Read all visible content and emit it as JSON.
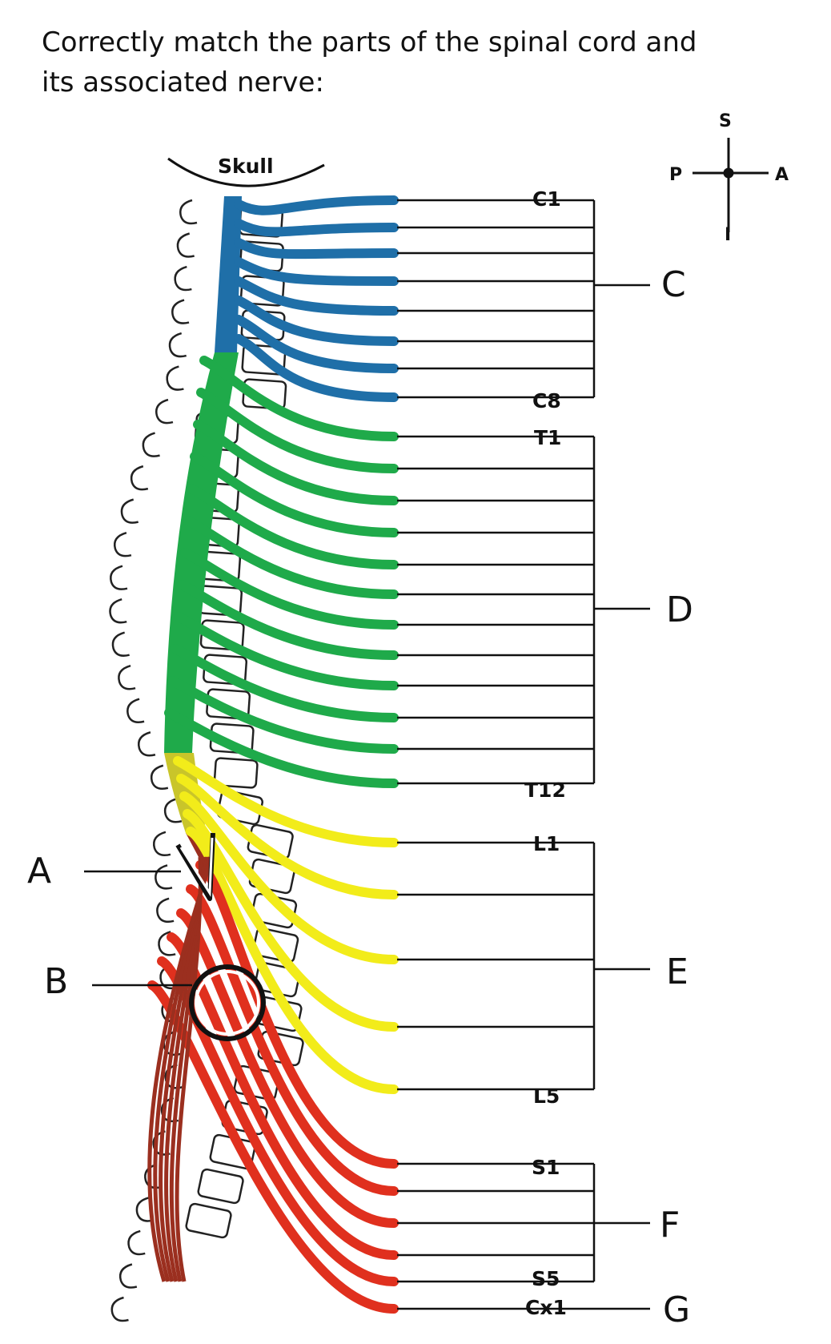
{
  "question": "Correctly match the parts of the spinal cord and its associated nerve:",
  "skull_label": "Skull",
  "compass": {
    "up": "S",
    "down": "I",
    "left": "P",
    "right": "A"
  },
  "nerve_labels": {
    "c1": "C1",
    "c8": "C8",
    "t1": "T1",
    "t12": "T12",
    "l1": "L1",
    "l5": "L5",
    "s1": "S1",
    "s5": "S5",
    "cx1": "Cx1"
  },
  "answer_letters": {
    "a": "A",
    "b": "B",
    "c": "C",
    "d": "D",
    "e": "E",
    "f": "F",
    "g": "G"
  },
  "colors": {
    "cervical": "#1f6fa8",
    "thoracic": "#1faa4a",
    "lumbar": "#f2ec1a",
    "sacral": "#e0301e",
    "cauda": "#9b2f1f"
  }
}
